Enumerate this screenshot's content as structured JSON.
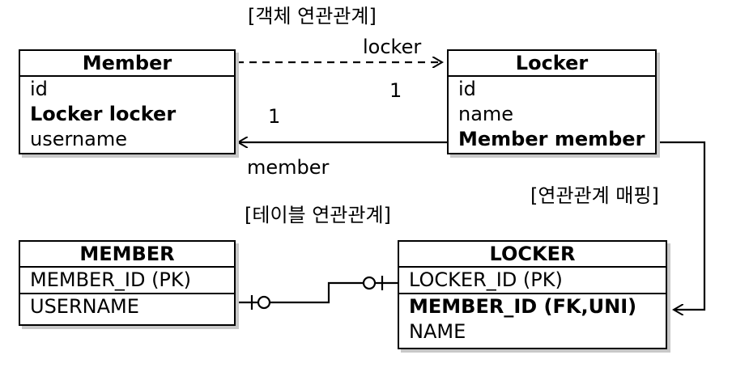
{
  "section_labels": {
    "object_relationship": "[객체 연관관계]",
    "table_relationship": "[테이블 연관관계]",
    "mapping": "[연관관계 매핑]"
  },
  "entities": {
    "member": {
      "title": "Member",
      "fields": [
        "id",
        "Locker locker",
        "username"
      ]
    },
    "locker": {
      "title": "Locker",
      "fields": [
        "id",
        "name",
        "Member member"
      ]
    }
  },
  "tables": {
    "member": {
      "title": "MEMBER",
      "columns": [
        "MEMBER_ID (PK)",
        "USERNAME"
      ]
    },
    "locker": {
      "title": "LOCKER",
      "columns": [
        "LOCKER_ID (PK)",
        "MEMBER_ID (FK,UNI)",
        "NAME"
      ]
    }
  },
  "associations": {
    "member_to_locker": {
      "label": "locker",
      "multiplicity": "1"
    },
    "locker_to_member": {
      "label": "member",
      "multiplicity": "1"
    }
  }
}
